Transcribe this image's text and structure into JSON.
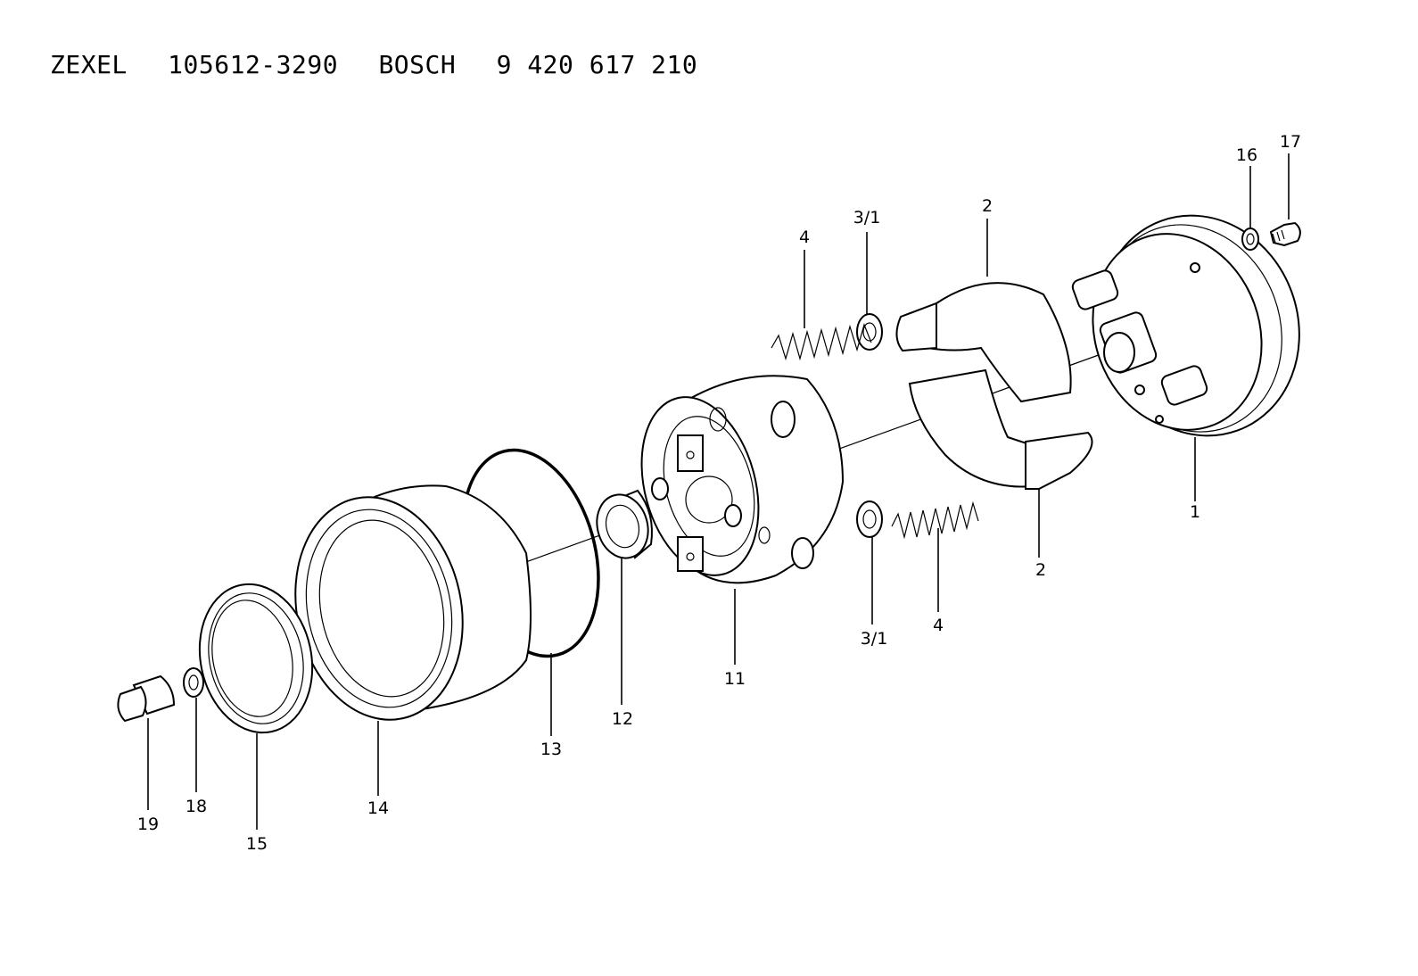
{
  "title": {
    "maker1": "ZEXEL",
    "code1": "105612-3290",
    "maker2": "BOSCH",
    "code2": "9 420 617 210"
  },
  "callouts": {
    "p1": "1",
    "p2_top": "2",
    "p2_bottom": "2",
    "p3_top": "3/1",
    "p3_bottom": "3/1",
    "p4_top": "4",
    "p4_bottom": "4",
    "p11": "11",
    "p12": "12",
    "p13": "13",
    "p14": "14",
    "p15": "15",
    "p16": "16",
    "p17": "17",
    "p18": "18",
    "p19": "19"
  }
}
